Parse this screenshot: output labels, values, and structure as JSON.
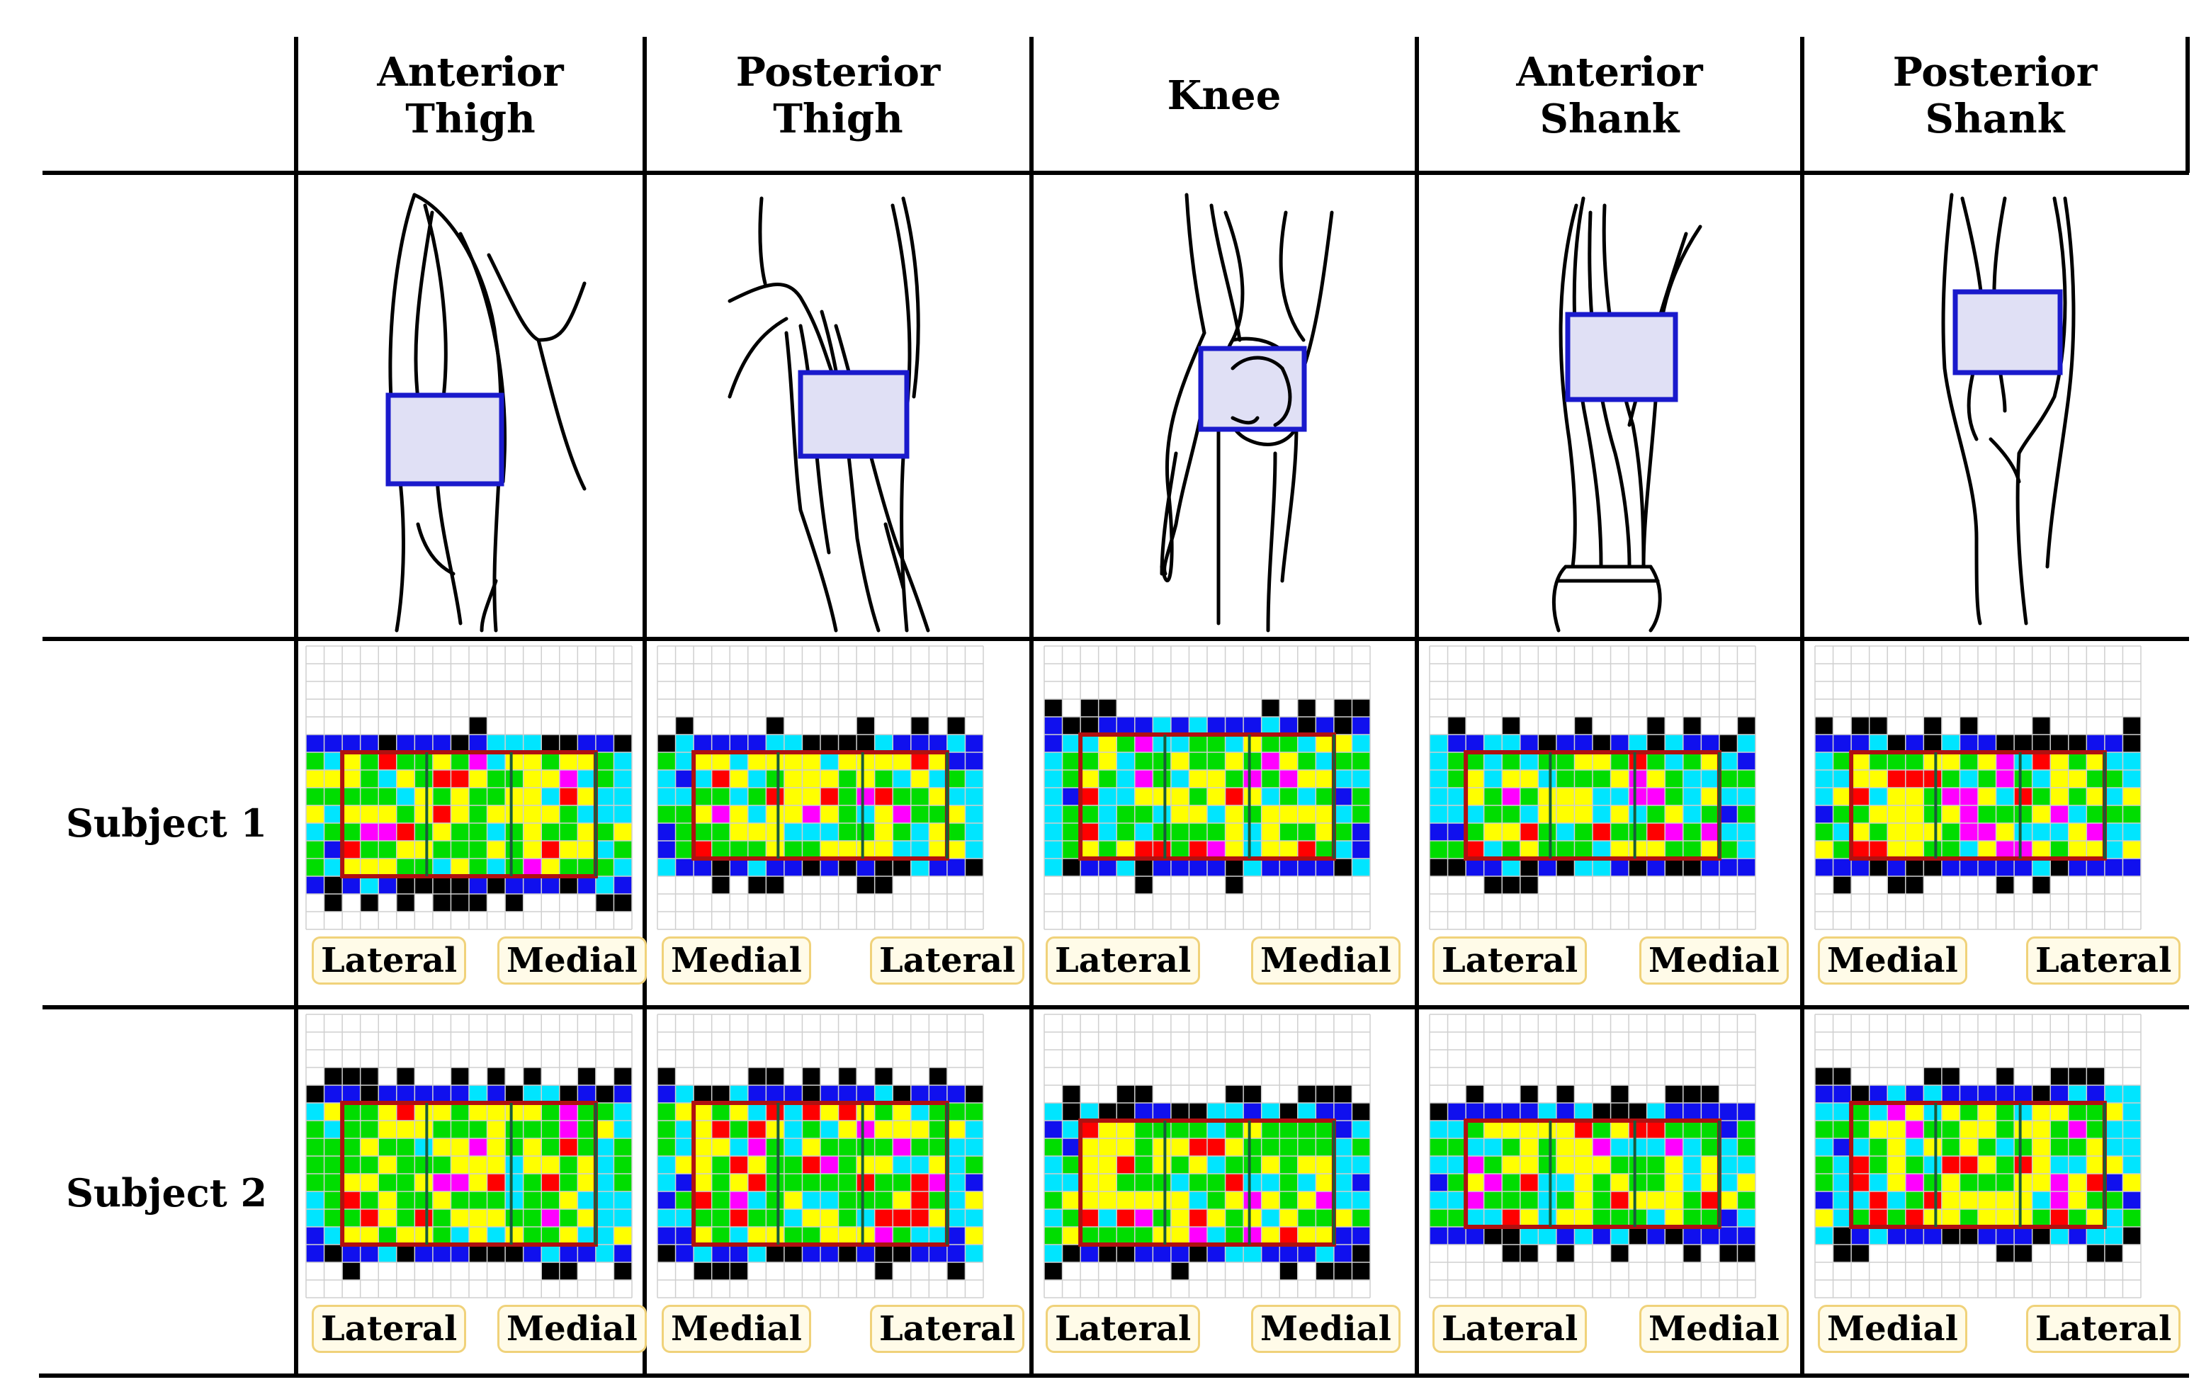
{
  "columns": [
    {
      "line1": "Anterior",
      "line2": "Thigh"
    },
    {
      "line1": "Posterior",
      "line2": "Thigh"
    },
    {
      "line1": "Knee",
      "line2": ""
    },
    {
      "line1": "Anterior",
      "line2": "Shank"
    },
    {
      "line1": "Posterior",
      "line2": "Shank"
    }
  ],
  "rows": [
    {
      "label": "Subject 1"
    },
    {
      "label": "Subject 2"
    }
  ],
  "orientation_labels": [
    {
      "left": "Lateral",
      "right": "Medial"
    },
    {
      "left": "Medial",
      "right": "Lateral"
    },
    {
      "left": "Lateral",
      "right": "Medial"
    },
    {
      "left": "Lateral",
      "right": "Medial"
    },
    {
      "left": "Medial",
      "right": "Lateral"
    }
  ],
  "colors": {
    "grid_line": "#cfcfcf",
    "black": "#000000",
    "blue": "#1010ee",
    "cyan": "#00e5ff",
    "green": "#00dd00",
    "yellow": "#ffff00",
    "red": "#ff0000",
    "magenta": "#ff00ff",
    "roi_outline": "#b01010",
    "roi_inner": "#1a5a3a",
    "sketch_box": "#1a1acc",
    "sketch_fill": "#e0e0f5"
  }
}
